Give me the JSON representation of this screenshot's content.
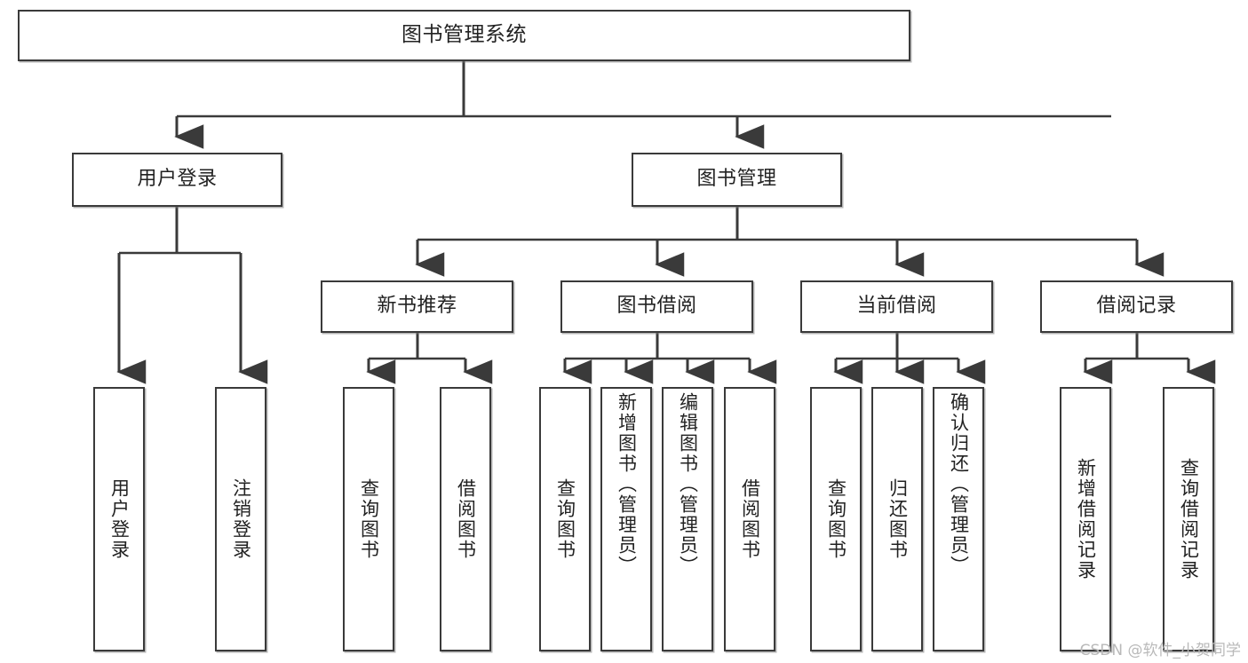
{
  "diagram": {
    "type": "tree",
    "title": "图书管理系统",
    "root": {
      "label": "图书管理系统"
    },
    "level2": [
      {
        "label": "用户登录"
      },
      {
        "label": "图书管理"
      }
    ],
    "level3": [
      {
        "label": "新书推荐"
      },
      {
        "label": "图书借阅"
      },
      {
        "label": "当前借阅"
      },
      {
        "label": "借阅记录"
      }
    ],
    "leaves": {
      "user_login": [
        {
          "label": "用户登录"
        },
        {
          "label": "注销登录"
        }
      ],
      "new_book_recommend": [
        {
          "label": "查询图书"
        },
        {
          "label": "借阅图书"
        }
      ],
      "book_borrow": [
        {
          "label": "查询图书"
        },
        {
          "label": "新增图书（管理员）"
        },
        {
          "label": "编辑图书（管理员）"
        },
        {
          "label": "借阅图书"
        }
      ],
      "current_borrow": [
        {
          "label": "查询图书"
        },
        {
          "label": "归还图书"
        },
        {
          "label": "确认归还（管理员）"
        }
      ],
      "borrow_record": [
        {
          "label": "新增借阅记录"
        },
        {
          "label": "查询借阅记录"
        }
      ]
    }
  },
  "watermark": {
    "text": "CSDN @软件_小贺同学"
  },
  "colors": {
    "border": "#3a3a3a",
    "background": "#ffffff",
    "text": "#222222",
    "watermark": "#b9b9b9"
  }
}
